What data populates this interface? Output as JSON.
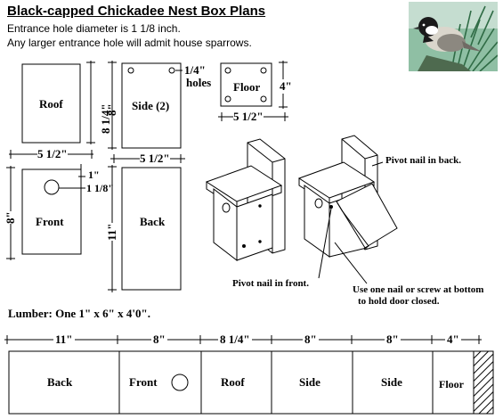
{
  "header": {
    "title": "Black-capped Chickadee Nest Box Plans",
    "line1": "Entrance hole diameter is 1 1/8 inch.",
    "line2": "Any larger entrance hole will admit house sparrows."
  },
  "parts": {
    "roof": {
      "label": "Roof",
      "width": "5 1/2\"",
      "height": "8 1/4\""
    },
    "side": {
      "label": "Side (2)",
      "width": "5 1/2\"",
      "height": "8\""
    },
    "floor": {
      "label": "Floor",
      "width": "5 1/2\"",
      "height": "4\""
    },
    "holes_note_a": "1/4\"",
    "holes_note_b": "holes",
    "front": {
      "label": "Front",
      "height": "8\"",
      "hole_offset": "1\"",
      "hole_diameter": "1 1/8\""
    },
    "back": {
      "label": "Back",
      "height": "11\""
    }
  },
  "assembly": {
    "pivot_back": "Pivot nail in back.",
    "pivot_front": "Pivot nail in front.",
    "door_note_a": "Use one nail or screw at bottom",
    "door_note_b": "to hold door closed."
  },
  "lumber": {
    "label": "Lumber:  One 1\" x 6\" x 4'0\".",
    "lengths": [
      "11\"",
      "8\"",
      "8 1/4\"",
      "8\"",
      "8\"",
      "4\""
    ],
    "pieces": [
      "Back",
      "Front",
      "Roof",
      "Side",
      "Side",
      "Floor"
    ]
  },
  "colors": {
    "ink": "#000000",
    "photo_background": "#8fbfa4",
    "photo_needles": "#2f6b45"
  }
}
